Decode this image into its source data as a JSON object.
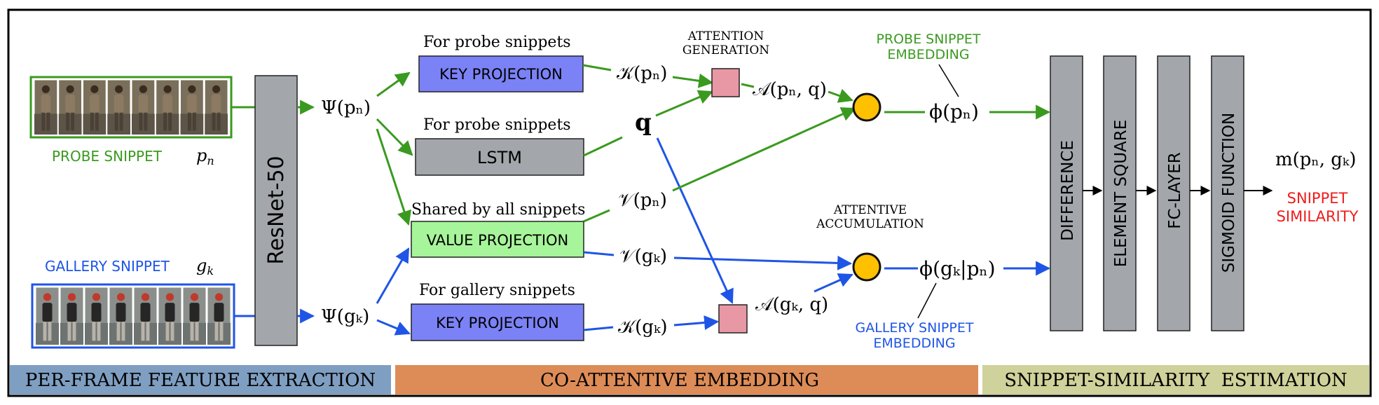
{
  "inputs": {
    "probe_label": "PROBE SNIPPET",
    "probe_symbol": "p",
    "probe_symbol_sub": "n",
    "gallery_label": "GALLERY SNIPPET",
    "gallery_symbol": "g",
    "gallery_symbol_sub": "k",
    "probe_color": "#3a9a1f",
    "gallery_color": "#1f55e6"
  },
  "backbone": {
    "label": "ResNet-50"
  },
  "features": {
    "probe": "Ψ(pₙ)",
    "gallery": "Ψ(gₖ)"
  },
  "modules": {
    "key_probe_caption": "For probe snippets",
    "key_probe_label": "KEY PROJECTION",
    "lstm_caption": "For probe snippets",
    "lstm_label": "LSTM",
    "value_caption": "Shared by all snippets",
    "value_label": "VALUE PROJECTION",
    "key_gallery_caption": "For gallery snippets",
    "key_gallery_label": "KEY PROJECTION"
  },
  "symbols": {
    "k_probe": "𝒦(pₙ)",
    "q": "q",
    "v_probe": "𝒱(pₙ)",
    "v_gallery": "𝒱(gₖ)",
    "k_gallery": "𝒦(gₖ)",
    "a_probe": "𝒜(pₙ, q)",
    "a_gallery": "𝒜(gₖ, q)",
    "phi_probe": "ϕ(pₙ)",
    "phi_gallery": "ϕ(gₖ|pₙ)",
    "m": "m(pₙ, gₖ)"
  },
  "annotations": {
    "attention_generation_1": "ATTENTION",
    "attention_generation_2": "GENERATION",
    "probe_embedding_1": "PROBE SNIPPET",
    "probe_embedding_2": "EMBEDDING",
    "attentive_accumulation_1": "ATTENTIVE",
    "attentive_accumulation_2": "ACCUMULATION",
    "gallery_embedding_1": "GALLERY SNIPPET",
    "gallery_embedding_2": "EMBEDDING",
    "similarity_1": "SNIPPET",
    "similarity_2": "SIMILARITY"
  },
  "estimation_blocks": [
    "DIFFERENCE",
    "ELEMENT SQUARE",
    "FC-LAYER",
    "SIGMOID FUNCTION"
  ],
  "sections": {
    "extraction": "PER-FRAME FEATURE EXTRACTION",
    "embedding": "CO-ATTENTIVE EMBEDDING",
    "estimation": "SNIPPET-SIMILARITY  ESTIMATION"
  },
  "colors": {
    "green": "#3a9a1f",
    "blue": "#1f55e6",
    "red": "#ee1c1c",
    "key_fill": "#7b82f5",
    "value_fill": "#a7f59a",
    "gray_fill": "#a3a7ab",
    "attention_fill": "#e897a5",
    "node_fill": "#ffc000",
    "section_extraction": "#7f9fc2",
    "section_embedding": "#dd8c57",
    "section_estimation": "#cfd29a"
  }
}
